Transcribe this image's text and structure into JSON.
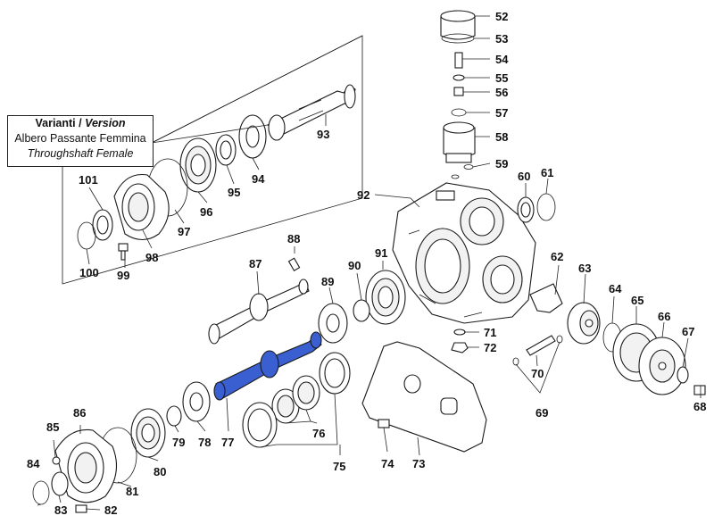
{
  "version_box": {
    "title": "Varianti",
    "title_sep": " / ",
    "title_alt": "Version",
    "line1": "Albero Passante Femmina",
    "line2": "Throughshaft Female"
  },
  "highlight_color": "#3a5fd0",
  "labels": {
    "p52": "52",
    "p53": "53",
    "p54": "54",
    "p55": "55",
    "p56": "56",
    "p57": "57",
    "p58": "58",
    "p59": "59",
    "p60": "60",
    "p61": "61",
    "p62": "62",
    "p63": "63",
    "p64": "64",
    "p65": "65",
    "p66": "66",
    "p67": "67",
    "p68": "68",
    "p69": "69",
    "p70": "70",
    "p71": "71",
    "p72": "72",
    "p73": "73",
    "p74": "74",
    "p75": "75",
    "p76": "76",
    "p77": "77",
    "p78": "78",
    "p79": "79",
    "p80": "80",
    "p81": "81",
    "p82": "82",
    "p83": "83",
    "p84": "84",
    "p85": "85",
    "p86": "86",
    "p87": "87",
    "p88": "88",
    "p89": "89",
    "p90": "90",
    "p91": "91",
    "p92": "92",
    "p93": "93",
    "p94": "94",
    "p95": "95",
    "p96": "96",
    "p97": "97",
    "p98": "98",
    "p99": "99",
    "p100": "100",
    "p101": "101"
  }
}
